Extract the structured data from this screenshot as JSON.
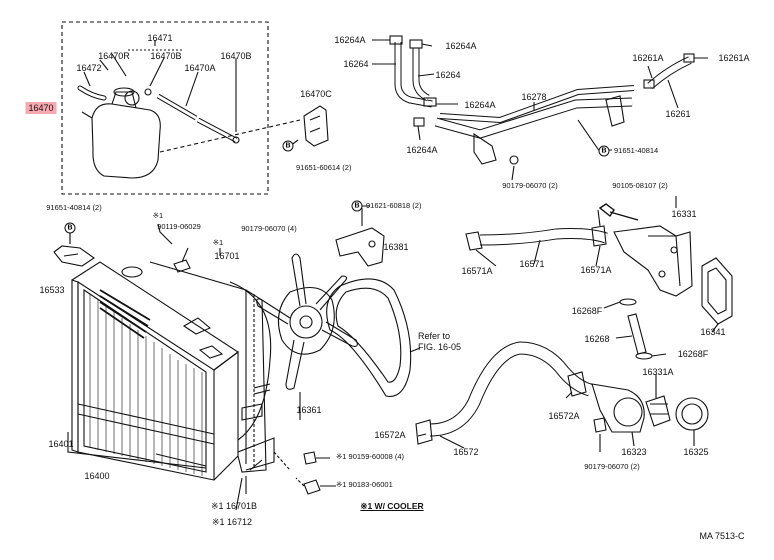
{
  "labels": {
    "p16470": "16470",
    "p16471": "16471",
    "p16470R": "16470R",
    "p16470B_a": "16470B",
    "p16470B_b": "16470B",
    "p16472": "16472",
    "p16470A": "16470A",
    "p16470C": "16470C",
    "b91651_60614": "91651-60614 (2)",
    "p16264A_1": "16264A",
    "p16264A_2": "16264A",
    "p16264A_3": "16264A",
    "p16264A_4": "16264A",
    "p16264_a": "16264",
    "p16264_b": "16264",
    "p16278": "16278",
    "p16261A_1": "16261A",
    "p16261A_2": "16261A",
    "p16261": "16261",
    "b91651_40814_r": "91651-40814",
    "p90179_top": "90179-06070 (2)",
    "b91651_40814_l": "91651-40814 (2)",
    "p16533": "16533",
    "star_90119": "※1",
    "p90119": "90119-06029",
    "star_16701": "※1",
    "p16701": "16701",
    "p90179_fan": "90179-06070 (4)",
    "b91621": "91621-60818 (2)",
    "p16381": "16381",
    "refer": "Refer to\nFIG. 16-05",
    "p16361": "16361",
    "p90105": "90105-08107 (2)",
    "p16331": "16331",
    "p16571A_l": "16571A",
    "p16571": "16571",
    "p16571A_r": "16571A",
    "p16341": "16341",
    "p16268F_a": "16268F",
    "p16268": "16268",
    "p16268F_b": "16268F",
    "p16331A": "16331A",
    "p16572A_r": "16572A",
    "p16572A_l": "16572A",
    "p16572": "16572",
    "p16323": "16323",
    "p16325": "16325",
    "p90179_bot": "90179-06070 (2)",
    "p16401": "16401",
    "p16400": "16400",
    "p90159": "※1 90159-60008 (4)",
    "p90183": "※1 90183-06001",
    "p16701B": "※1 16701B",
    "p16712": "※1 16712",
    "note": "※1 W/ COOLER",
    "code": "MA  7513-C",
    "circB": "B"
  },
  "colors": {
    "line": "#111111",
    "highlight": "#f7a8b0"
  }
}
